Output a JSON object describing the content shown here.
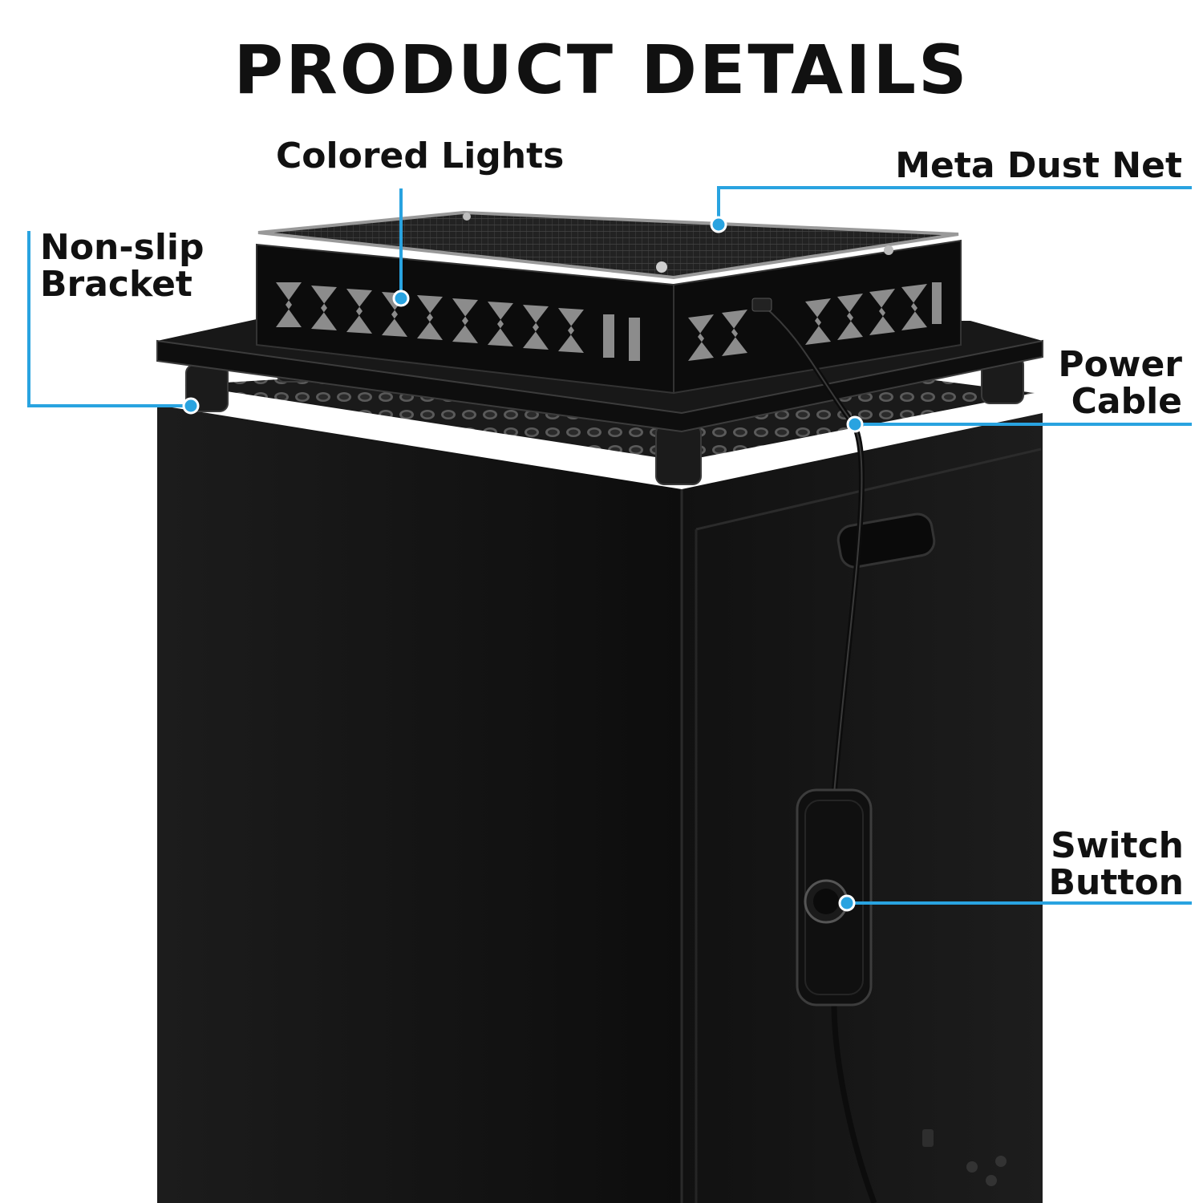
{
  "heading": "PRODUCT DETAILS",
  "labels": {
    "colored_lights": "Colored Lights",
    "meta_dust_net": "Meta Dust Net",
    "non_slip_bracket": [
      "Non-slip",
      "Bracket"
    ],
    "power_cable": [
      "Power",
      "Cable"
    ],
    "switch_button": [
      "Switch",
      "Button"
    ]
  },
  "colors": {
    "accent": "#29a3e0",
    "text": "#111111",
    "console_body": "#141414",
    "chevron_light": "#8c8c8c"
  }
}
